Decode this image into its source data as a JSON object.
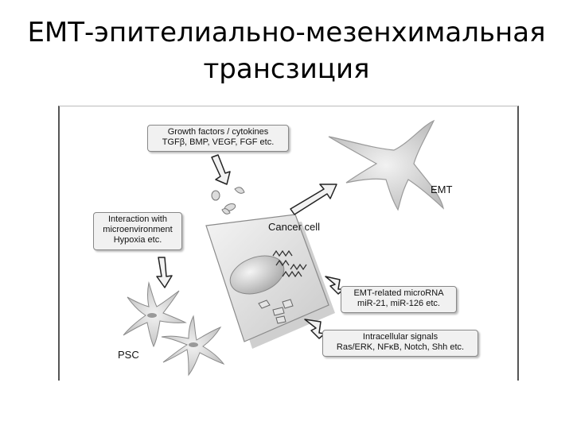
{
  "slide": {
    "title_line1": "ЕМТ-эпителиально-мезенхимальная",
    "title_line2": "трансзиция"
  },
  "figure": {
    "boxes": {
      "growth_factors": [
        "Growth factors / cytokines",
        "TGFβ, BMP, VEGF, FGF etc."
      ],
      "microenvironment": [
        "Interaction with",
        "microenvironment",
        "Hypoxia etc."
      ],
      "microrna": [
        "EMT-related microRNA",
        "miR-21, miR-126 etc."
      ],
      "intracellular": [
        "Intracellular signals",
        "Ras/ERK, NFκB, Notch, Shh etc."
      ]
    },
    "labels": {
      "emt": "EMT",
      "cancer_cell": "Cancer cell",
      "psc": "PSC"
    }
  }
}
